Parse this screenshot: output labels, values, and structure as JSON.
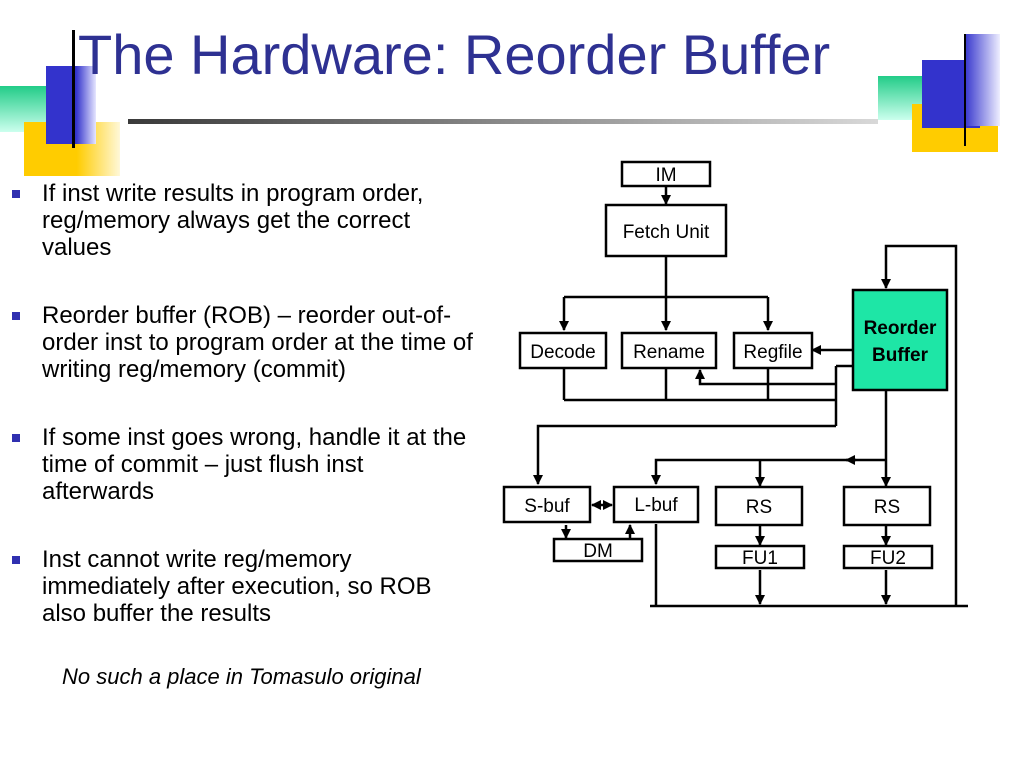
{
  "slide": {
    "title": "The Hardware: Reorder Buffer",
    "bullets": [
      "If inst write results in program order, reg/memory always get the correct values",
      "Reorder buffer (ROB) – reorder out-of-order inst to program order at the time of writing reg/memory (commit)",
      "If some inst goes wrong, handle it at the time of commit – just flush inst afterwards",
      "Inst cannot write reg/memory immediately after execution, so ROB also buffer the results"
    ],
    "note": "No such a place in Tomasulo original"
  },
  "diagram": {
    "im": "IM",
    "fetch_unit": "Fetch Unit",
    "decode": "Decode",
    "rename": "Rename",
    "regfile": "Regfile",
    "rob_line1": "Reorder",
    "rob_line2": "Buffer",
    "sbuf": "S-buf",
    "lbuf": "L-buf",
    "dm": "DM",
    "rs1": "RS",
    "rs2": "RS",
    "fu1": "FU1",
    "fu2": "FU2"
  },
  "colors": {
    "title": "#2e3192",
    "rob_fill": "#1ee6a6",
    "deco_blue": "#3333cc",
    "deco_yellow": "#ffcc00",
    "deco_green": "#33dd99"
  }
}
